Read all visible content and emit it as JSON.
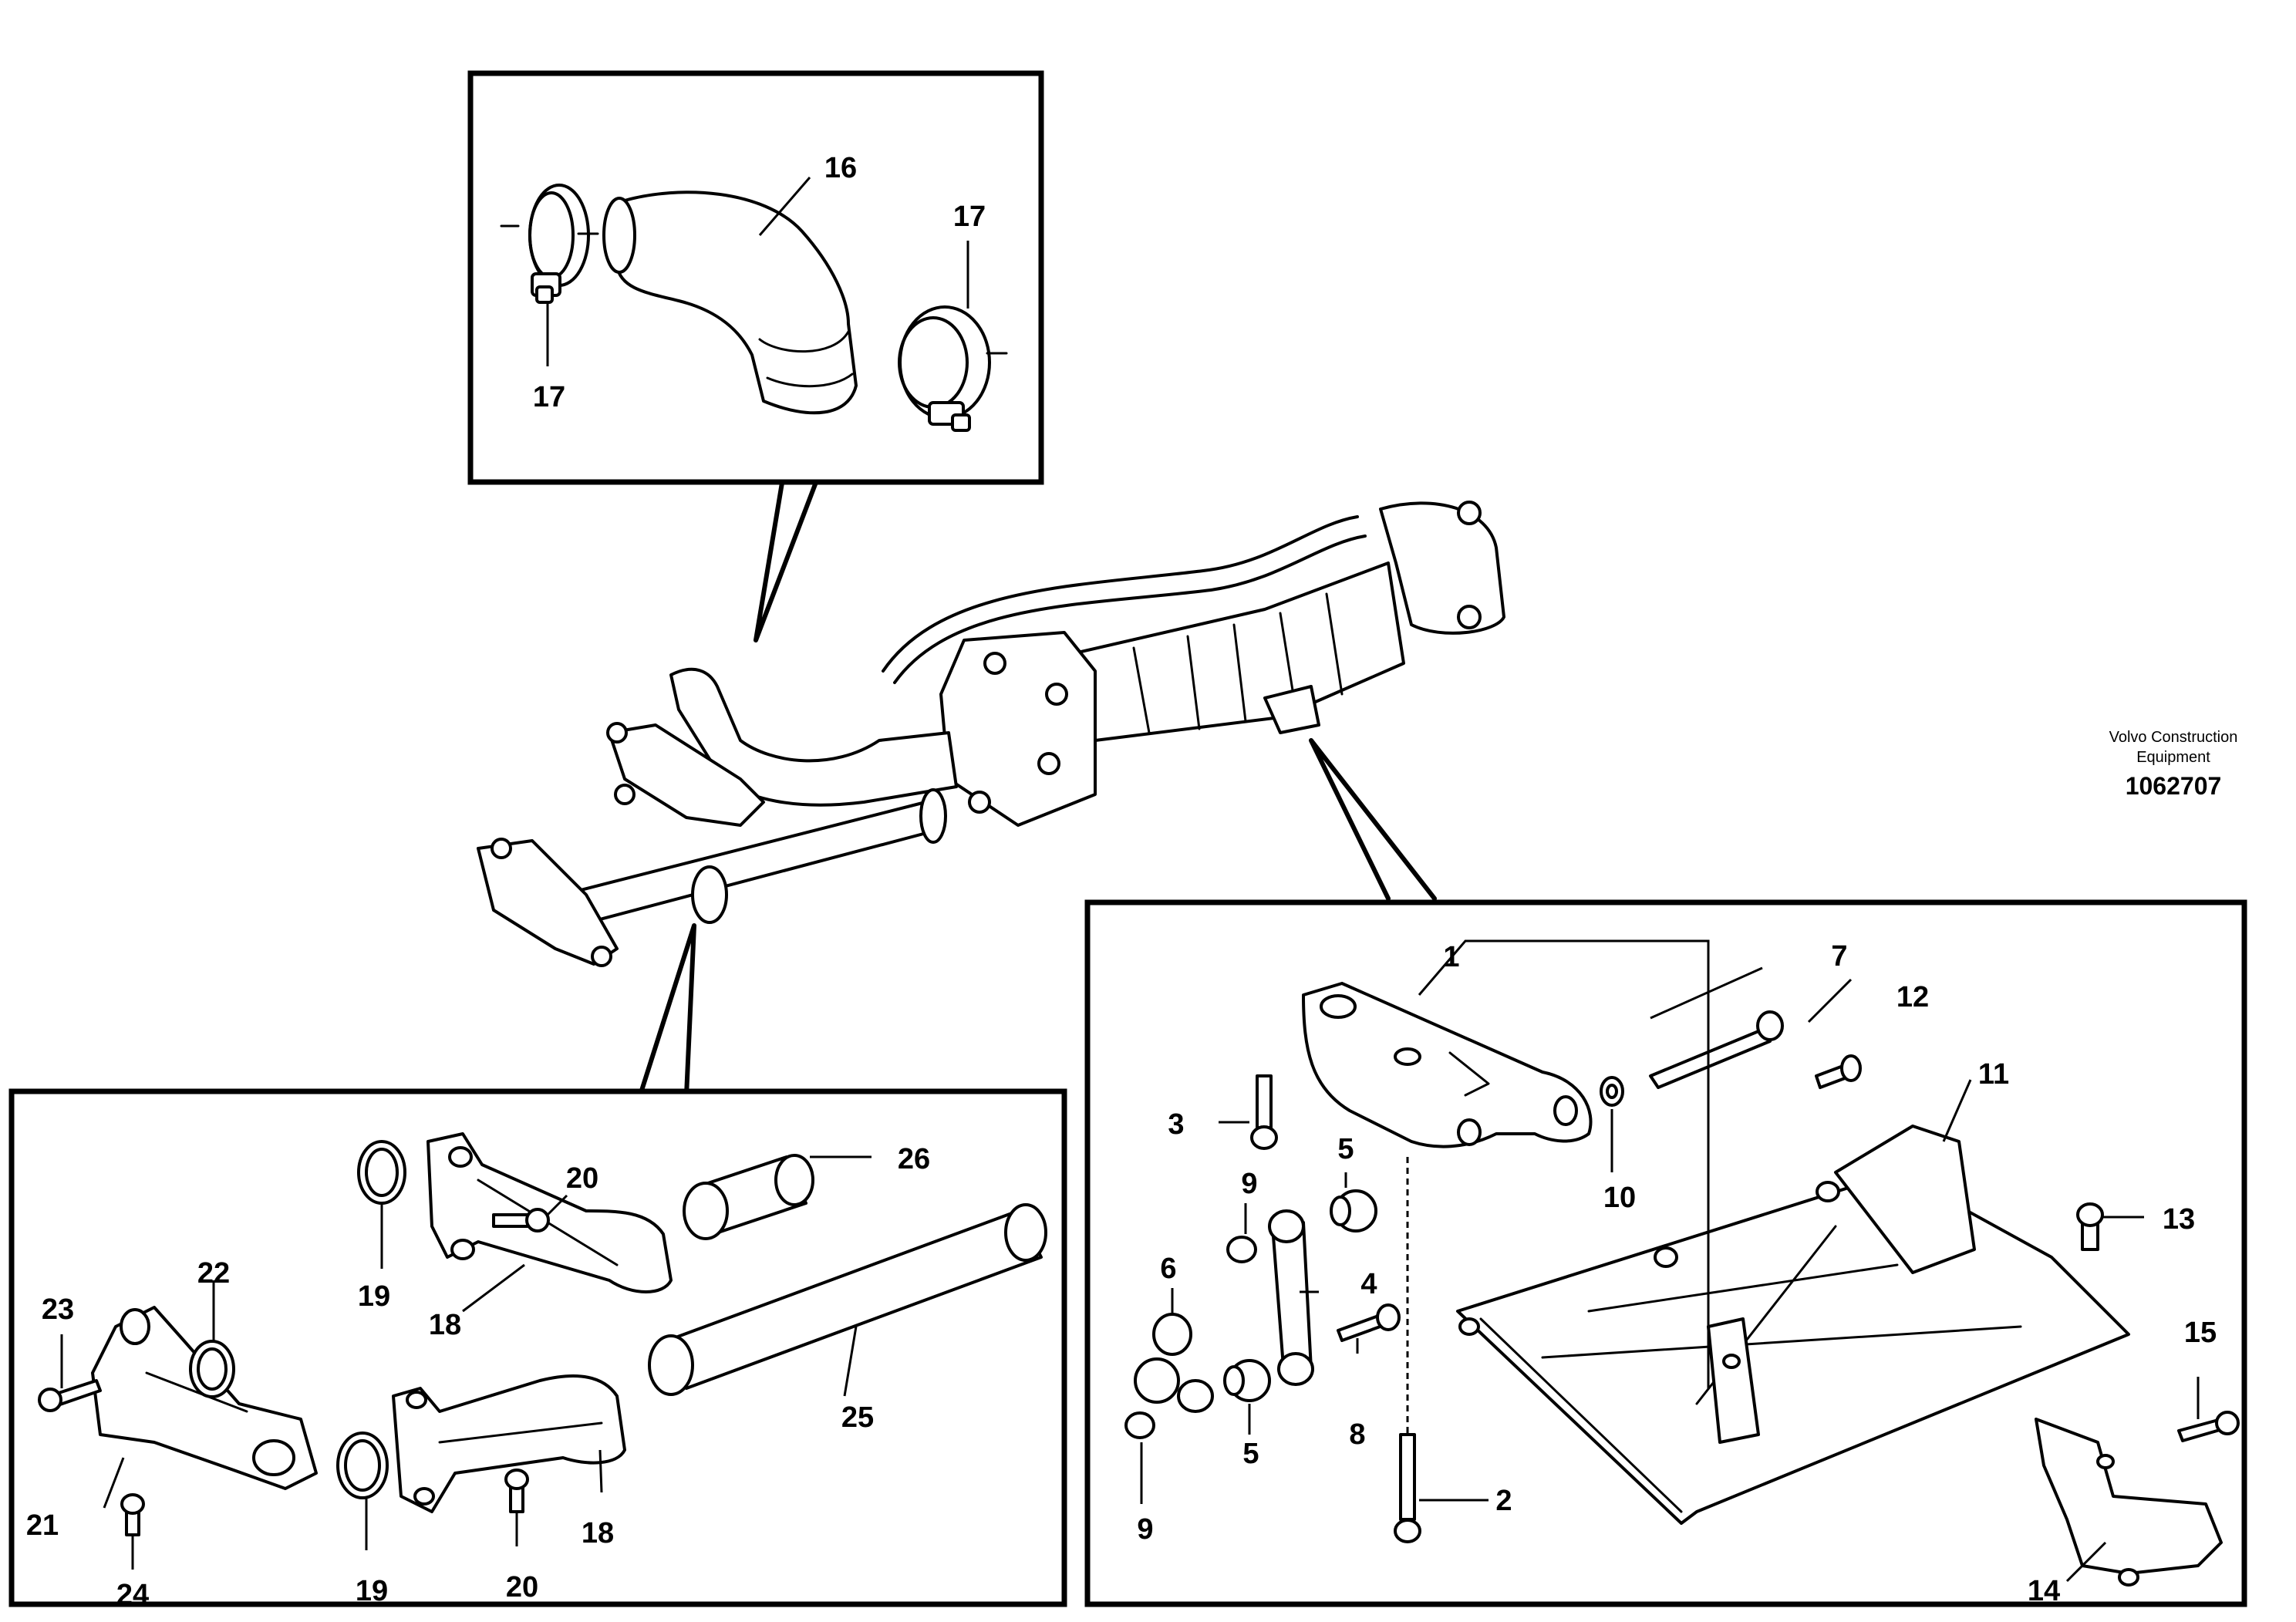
{
  "watermark": {
    "brand_line1": "Volvo Construction",
    "brand_line2": "Equipment",
    "illustration_number": "1062707"
  },
  "callouts": {
    "c1": "1",
    "c2": "2",
    "c3": "3",
    "c4": "4",
    "c5a": "5",
    "c5b": "5",
    "c6": "6",
    "c7": "7",
    "c8": "8",
    "c9a": "9",
    "c9b": "9",
    "c10": "10",
    "c11": "11",
    "c12": "12",
    "c13": "13",
    "c14": "14",
    "c15": "15",
    "c16": "16",
    "c17a": "17",
    "c17b": "17",
    "c18a": "18",
    "c18b": "18",
    "c19a": "19",
    "c19b": "19",
    "c20a": "20",
    "c20b": "20",
    "c21": "21",
    "c22": "22",
    "c23": "23",
    "c24": "24",
    "c25": "25",
    "c26": "26"
  },
  "icons": {
    "overview": "egr-cooler-assembly-icon",
    "hose": "hose-icon",
    "clamp": "hose-clamp-icon",
    "bracket": "bracket-icon",
    "plate": "mounting-plate-icon",
    "pipe": "pipe-icon",
    "seal": "o-ring-icon",
    "screw": "screw-icon"
  }
}
